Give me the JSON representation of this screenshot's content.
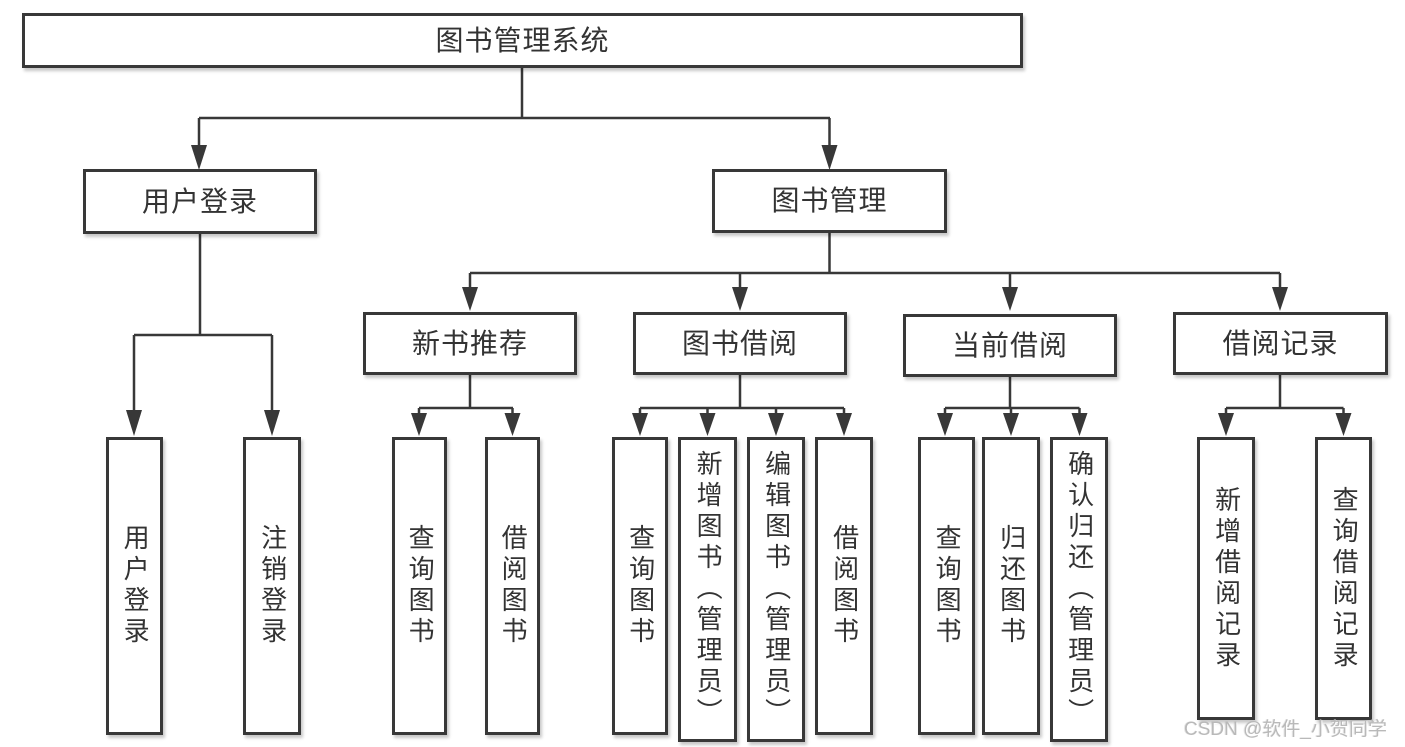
{
  "diagram": {
    "nodes": {
      "root": "图书管理系统",
      "user_login": "用户登录",
      "book_management": "图书管理",
      "new_book_recommend": "新书推荐",
      "book_borrowing": "图书借阅",
      "current_borrowing": "当前借阅",
      "borrowing_records": "借阅记录",
      "leaves": {
        "user_login": [
          "用户登录",
          "注销登录"
        ],
        "new_book_recommend": [
          "查询图书",
          "借阅图书"
        ],
        "book_borrowing": [
          "查询图书",
          "新增图书（管理员）",
          "编辑图书（管理员）",
          "借阅图书"
        ],
        "current_borrowing": [
          "查询图书",
          "归还图书",
          "确认归还（管理员）"
        ],
        "borrowing_records": [
          "新增借阅记录",
          "查询借阅记录"
        ]
      }
    }
  },
  "watermark": "CSDN @软件_小贺同学",
  "colors": {
    "line": "#383838",
    "box_border": "#383838",
    "text": "#333333",
    "watermark": "#b9b9b9",
    "background": "#ffffff"
  }
}
